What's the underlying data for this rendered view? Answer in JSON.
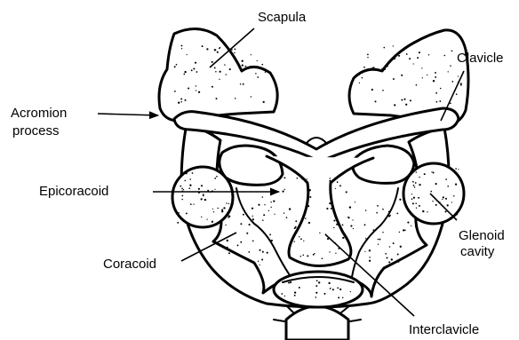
{
  "labels": {
    "scapula": "Scapula",
    "clavicle": "Clavicle",
    "acromion_line1": "Acromion",
    "acromion_line2": "process",
    "epicoracoid": "Epicoracoid",
    "coracoid": "Coracoid",
    "glenoid_line1": "Glenoid",
    "glenoid_line2": "cavity",
    "interclavicle": "Interclavicle"
  },
  "colors": {
    "ink": "#000000",
    "background": "#ffffff"
  }
}
